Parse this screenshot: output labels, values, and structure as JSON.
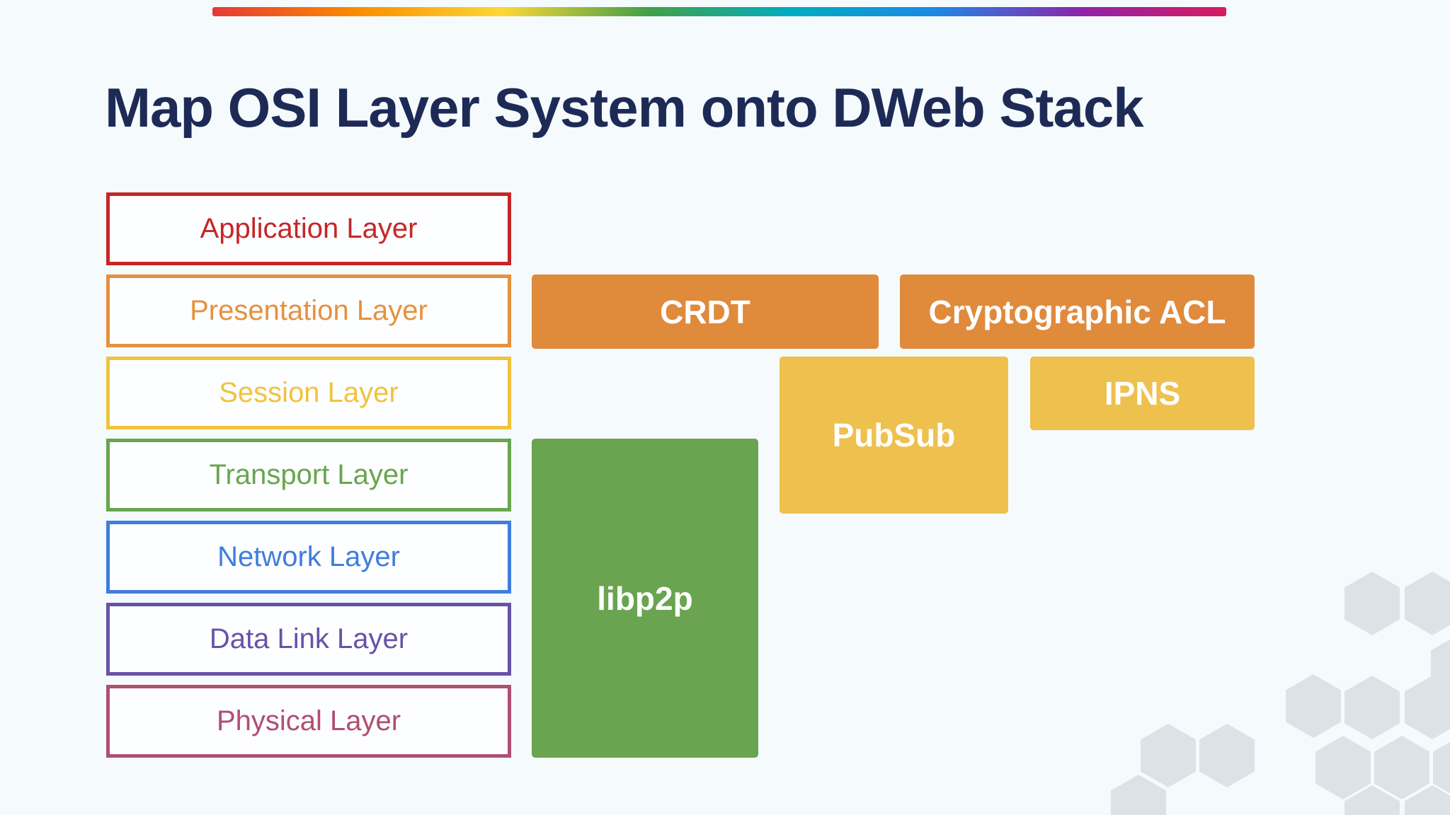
{
  "slide": {
    "title": "Map OSI Layer System onto DWeb Stack"
  },
  "osi_layers": [
    {
      "label": "Application Layer",
      "color": "#c62628"
    },
    {
      "label": "Presentation Layer",
      "color": "#e5913f"
    },
    {
      "label": "Session Layer",
      "color": "#f0c33e"
    },
    {
      "label": "Transport Layer",
      "color": "#68a54e"
    },
    {
      "label": "Network Layer",
      "color": "#3f7ddd"
    },
    {
      "label": "Data Link Layer",
      "color": "#6852a6"
    },
    {
      "label": "Physical Layer",
      "color": "#b04f72"
    }
  ],
  "dweb_stack": [
    {
      "id": "crdt",
      "label": "CRDT",
      "fill": "#e08a3c"
    },
    {
      "id": "acl",
      "label": "Cryptographic ACL",
      "fill": "#e08a3c"
    },
    {
      "id": "pubsub",
      "label": "PubSub",
      "fill": "#eec04d"
    },
    {
      "id": "ipns",
      "label": "IPNS",
      "fill": "#eec04d"
    },
    {
      "id": "libp2p",
      "label": "libp2p",
      "fill": "#6ba450"
    }
  ],
  "decor": {
    "background_color": "#f5fbfc",
    "title_color": "#1e2a56",
    "hexagon_color": "#dde2e7",
    "rainbow_bar_colors": [
      "#e53935",
      "#fb8c00",
      "#fdd835",
      "#43a047",
      "#00acc1",
      "#1e88e5",
      "#8e24aa",
      "#d81b60"
    ]
  }
}
